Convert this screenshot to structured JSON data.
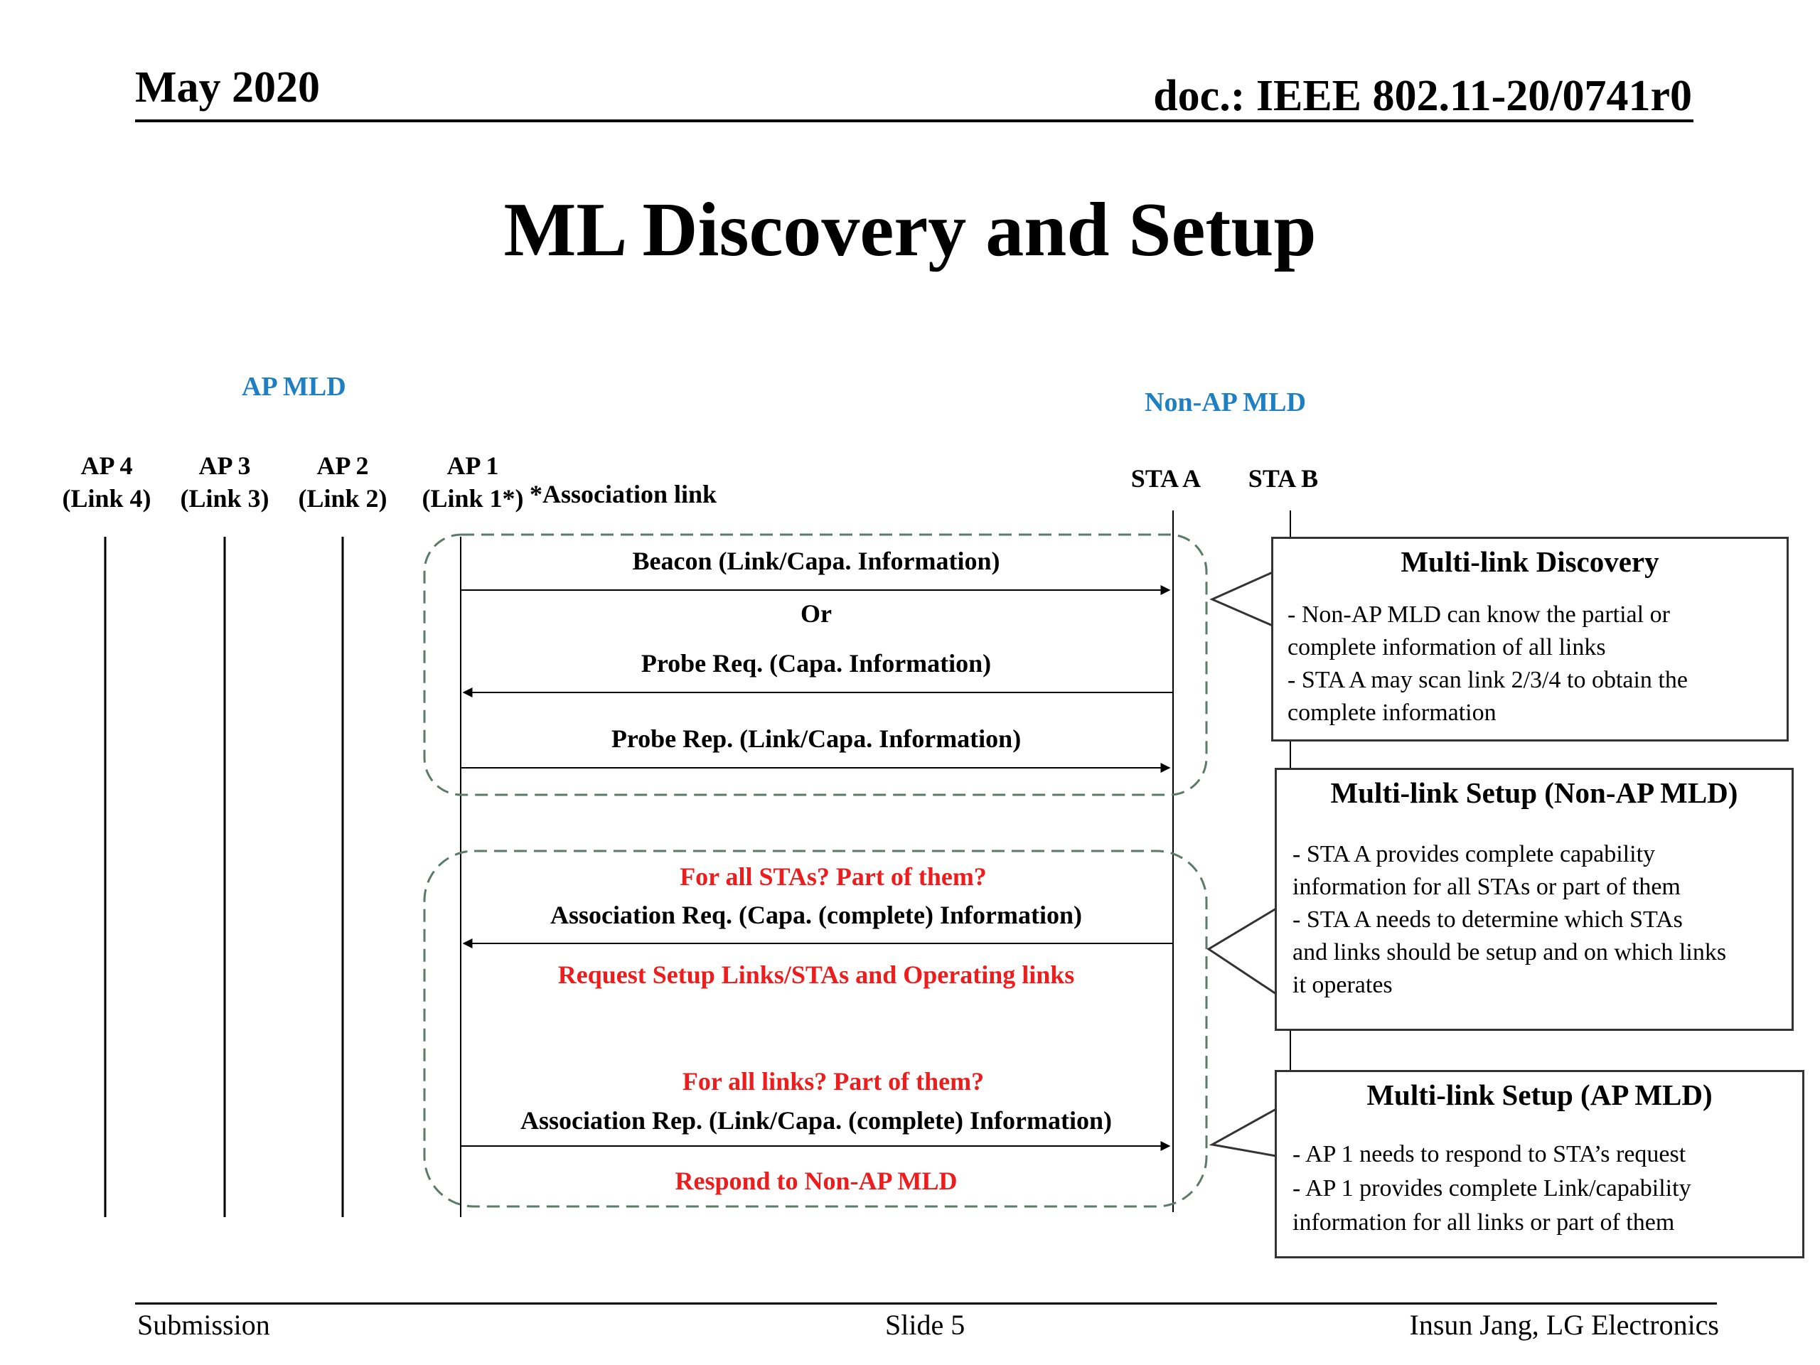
{
  "header": {
    "date": "May 2020",
    "doc_id": "doc.: IEEE 802.11-20/0741r0"
  },
  "title": "ML Discovery and Setup",
  "diagram": {
    "ap_mld_label": "AP MLD",
    "non_ap_mld_label": "Non-AP MLD",
    "nodes": {
      "ap4": {
        "name": "AP 4",
        "link": "(Link 4)"
      },
      "ap3": {
        "name": "AP 3",
        "link": "(Link 3)"
      },
      "ap2": {
        "name": "AP 2",
        "link": "(Link 2)"
      },
      "ap1": {
        "name": "AP 1",
        "link": "(Link 1*)"
      },
      "ap1_note": "*Association link",
      "sta_a": "STA A",
      "sta_b": "STA B"
    },
    "discovery_messages": {
      "beacon": "Beacon (Link/Capa.  Information)",
      "or": "Or",
      "probe_req": "Probe Req. (Capa. Information)",
      "probe_rep": "Probe Rep. (Link/Capa.  Information)"
    },
    "setup_messages": {
      "req_question": "For all STAs? Part of them?",
      "assoc_req": "Association Req. (Capa. (complete) Information)",
      "req_note": "Request Setup Links/STAs and Operating  links",
      "rep_question": "For all links? Part of them?",
      "assoc_rep": "Association Rep. (Link/Capa.  (complete) Information)",
      "rep_note": "Respond to Non-AP MLD"
    },
    "callouts": {
      "discovery": {
        "title": "Multi-link Discovery",
        "body": "- Non-AP MLD can know the partial or\ncomplete information  of all  links\n- STA A may scan link 2/3/4 to obtain the\ncomplete information"
      },
      "setup_non_ap": {
        "title": "Multi-link Setup (Non-AP MLD)",
        "body": "- STA A provides complete capability\ninformation  for all STAs or part of them\n- STA A needs to determine which STAs\nand links  should be setup and on which links\nit operates"
      },
      "setup_ap": {
        "title": "Multi-link Setup (AP MLD)",
        "body": "- AP 1 needs to respond to STA’s request\n- AP 1 provides  complete  Link/capability\ninformation  for all  links  or part of them"
      }
    },
    "colors": {
      "group_label": "#1f7fc4",
      "red_text": "#ee1c1c",
      "dashed_box": "#5a7a6a"
    }
  },
  "footer": {
    "left": "Submission",
    "center": "Slide 5",
    "right": "Insun Jang, LG Electronics"
  }
}
